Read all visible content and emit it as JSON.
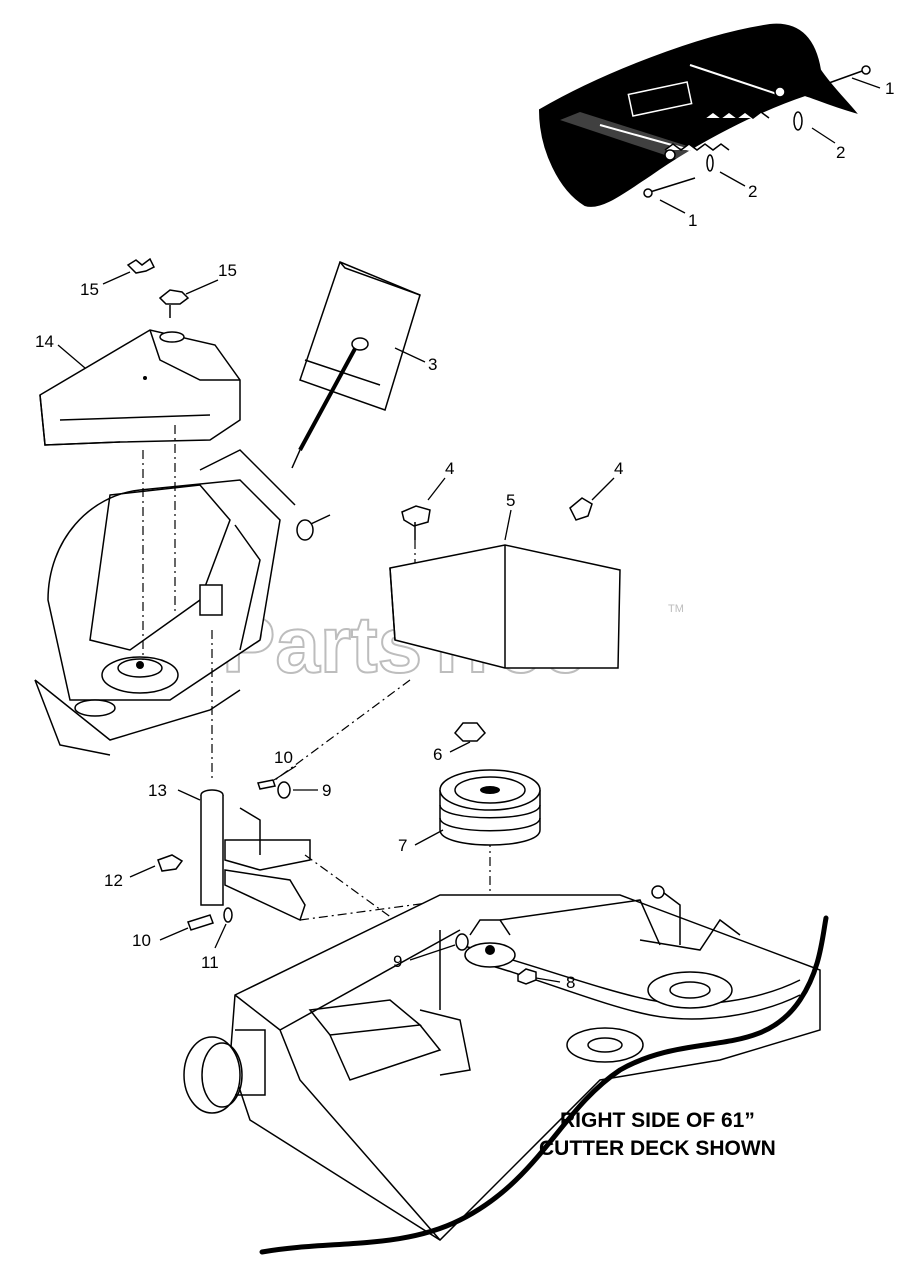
{
  "watermark": {
    "brand": "PartsTree",
    "trademark": "TM"
  },
  "caption": {
    "line1": "RIGHT SIDE OF 61”",
    "line2": "CUTTER DECK SHOWN"
  },
  "callouts": {
    "c1a": "1",
    "c1b": "1",
    "c2a": "2",
    "c2b": "2",
    "c3": "3",
    "c4a": "4",
    "c4b": "4",
    "c5": "5",
    "c6": "6",
    "c7": "7",
    "c8": "8",
    "c9a": "9",
    "c9b": "9",
    "c10a": "10",
    "c10b": "10",
    "c11": "11",
    "c12": "12",
    "c13": "13",
    "c14": "14",
    "c15a": "15",
    "c15b": "15"
  }
}
